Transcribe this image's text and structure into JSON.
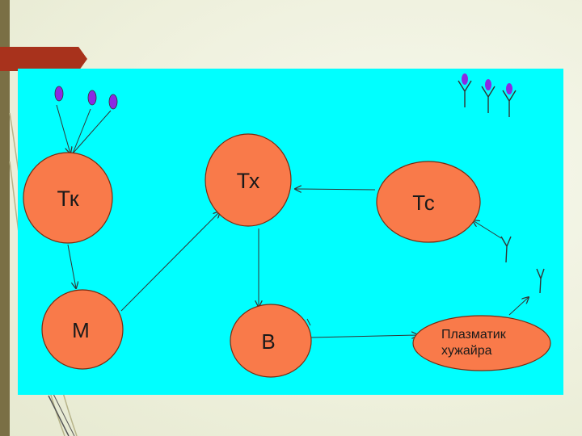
{
  "colors": {
    "slide_background": "#eef0dc",
    "left_bar": "#7a6f45",
    "title_tab": "#a8321c",
    "panel": "#00ffff",
    "node_fill": "#f97a4a",
    "node_stroke": "#7a2a10",
    "antigen": "#8a2be2"
  },
  "diagram": {
    "nodes": {
      "tk": "Тк",
      "tx": "Тх",
      "tc": "Тс",
      "m": "М",
      "b": "В",
      "plasma_line1": "Плазматик",
      "plasma_line2": "хужайра"
    },
    "icons": [
      "antigen-icon",
      "antibody-icon"
    ]
  }
}
